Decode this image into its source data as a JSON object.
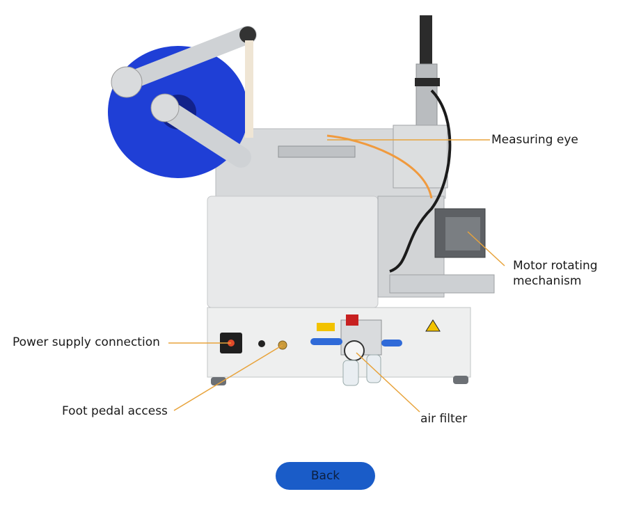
{
  "labels": {
    "measuring_eye": "Measuring eye",
    "motor_rotating_line1": "Motor rotating",
    "motor_rotating_line2": "mechanism",
    "power_supply": "Power supply connection",
    "foot_pedal": "Foot pedal access",
    "air_filter": "air filter"
  },
  "back_button": {
    "label": "Back"
  },
  "colors": {
    "reel": "#1f3fd6",
    "callout_line": "#e8a33b",
    "button": "#1a5cc8",
    "machine_body": "#e8e9ea"
  }
}
